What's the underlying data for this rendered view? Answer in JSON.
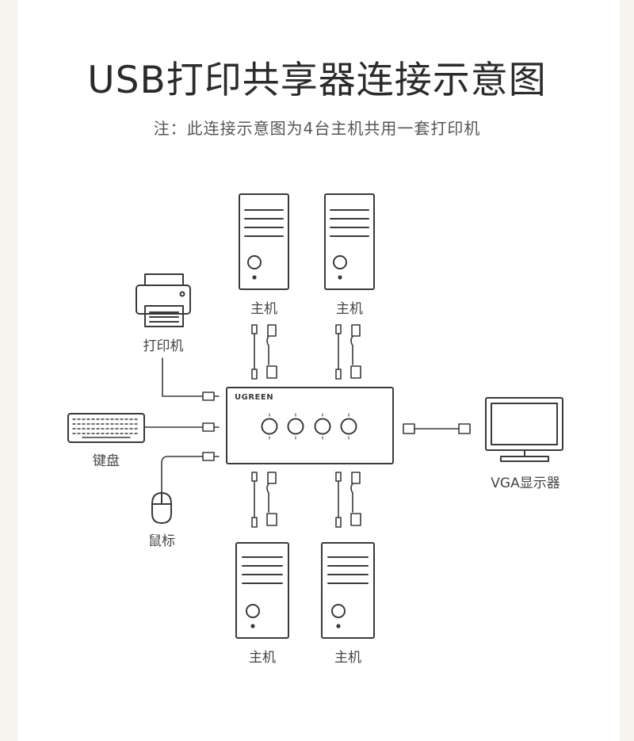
{
  "title": "USB打印共享器连接示意图",
  "subtitle": "注：此连接示意图为4台主机共用一套打印机",
  "brand": "UGREEN",
  "labels": {
    "host_top_left": "主机",
    "host_top_right": "主机",
    "host_bottom_left": "主机",
    "host_bottom_right": "主机",
    "printer": "打印机",
    "keyboard": "键盘",
    "mouse": "鼠标",
    "monitor": "VGA显示器"
  },
  "colors": {
    "line": "#3a3a3a",
    "text": "#444444",
    "title": "#2b2b2b",
    "background": "#ffffff"
  }
}
